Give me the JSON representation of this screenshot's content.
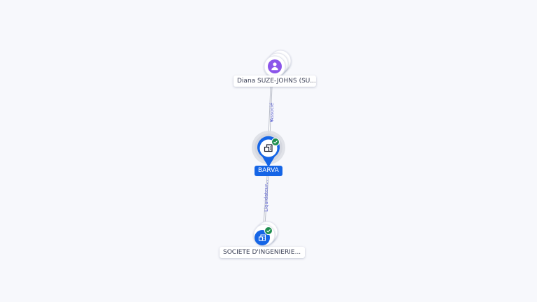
{
  "colors": {
    "background": "#f7f8fc",
    "edge": "#b9bdc9",
    "edge_text": "#6a6fd6",
    "company_blue": "#1565e6",
    "person_purple": "#8b55ea",
    "verified_green": "#1e8e4e"
  },
  "nodes": {
    "person": {
      "label": "Diana SUZE-JOHNS (SU...",
      "icon": "person-icon"
    },
    "main_company": {
      "label": "BARVA",
      "icon": "building-icon",
      "verified": true
    },
    "related_company": {
      "label": "SOCIETE D'INGENIERIE...",
      "icon": "building-icon",
      "verified": true
    }
  },
  "edges": {
    "top": {
      "label": "Associé"
    },
    "bottom": {
      "label": "Liquidateur..."
    }
  }
}
